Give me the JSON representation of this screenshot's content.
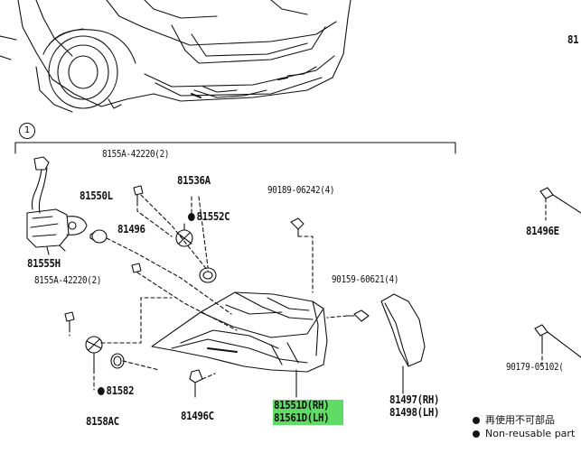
{
  "diagram": {
    "section_mark": "1",
    "parts": {
      "p8155A_top": "8155A-42220(2)",
      "p81536A": "81536A",
      "p81552C": "81552C",
      "p81550L": "81550L",
      "p81496": "81496",
      "p81555H": "81555H",
      "p8155A_bottom": "8155A-42220(2)",
      "p81582": "81582",
      "p8158AC": "8158AC",
      "p81496C": "81496C",
      "p90189": "90189-06242(4)",
      "p90159": "90159-60621(4)",
      "p81551D": "81551D(RH)",
      "p81561D": "81561D(LH)",
      "p81497": "81497(RH)",
      "p81498": "81498(LH)",
      "p81496E": "81496E",
      "p90179": "90179-05102(",
      "p81_topright": "81"
    },
    "legend": {
      "jp": "再使用不可部品",
      "en": "Non-reusable part"
    }
  }
}
